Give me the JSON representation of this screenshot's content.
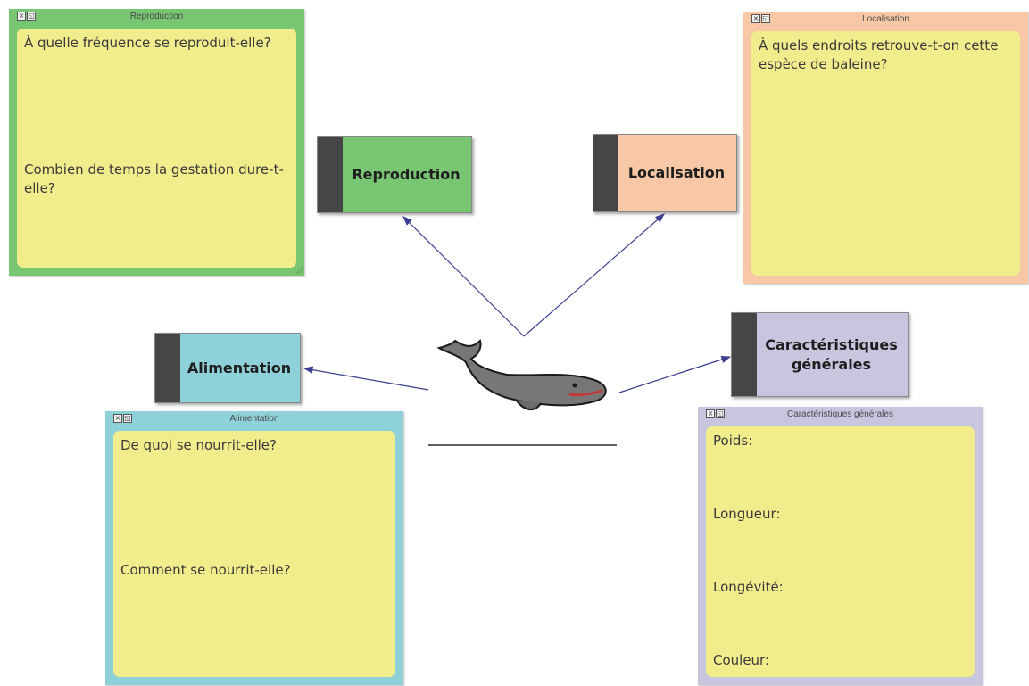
{
  "colors": {
    "reproduction": "#79c672",
    "localisation": "#f8c8a6",
    "alimentation": "#8fd1d8",
    "caracteristiques": "#c8c5df",
    "note_body": "#f2ed8c",
    "arrow": "#3b3f8f"
  },
  "notes": {
    "reproduction": {
      "title": "Reproduction",
      "lines": [
        "À quelle fréquence se reproduit-elle?",
        "Combien de temps la gestation dure-t-elle?"
      ]
    },
    "localisation": {
      "title": "Localisation",
      "lines": [
        "À quels endroits retrouve-t-on cette espèce de baleine?"
      ]
    },
    "alimentation": {
      "title": "Alimentation",
      "lines": [
        "De quoi se nourrit-elle?",
        "Comment se nourrit-elle?"
      ]
    },
    "caracteristiques": {
      "title": "Caractéristiques générales",
      "lines": [
        "Poids:",
        "Longueur:",
        "Longévité:",
        "Couleur:"
      ]
    }
  },
  "labels": {
    "reproduction": "Reproduction",
    "localisation": "Localisation",
    "alimentation": "Alimentation",
    "caracteristiques": "Caractéristiques générales"
  },
  "center": {
    "image": "whale-icon",
    "name_line": ""
  }
}
